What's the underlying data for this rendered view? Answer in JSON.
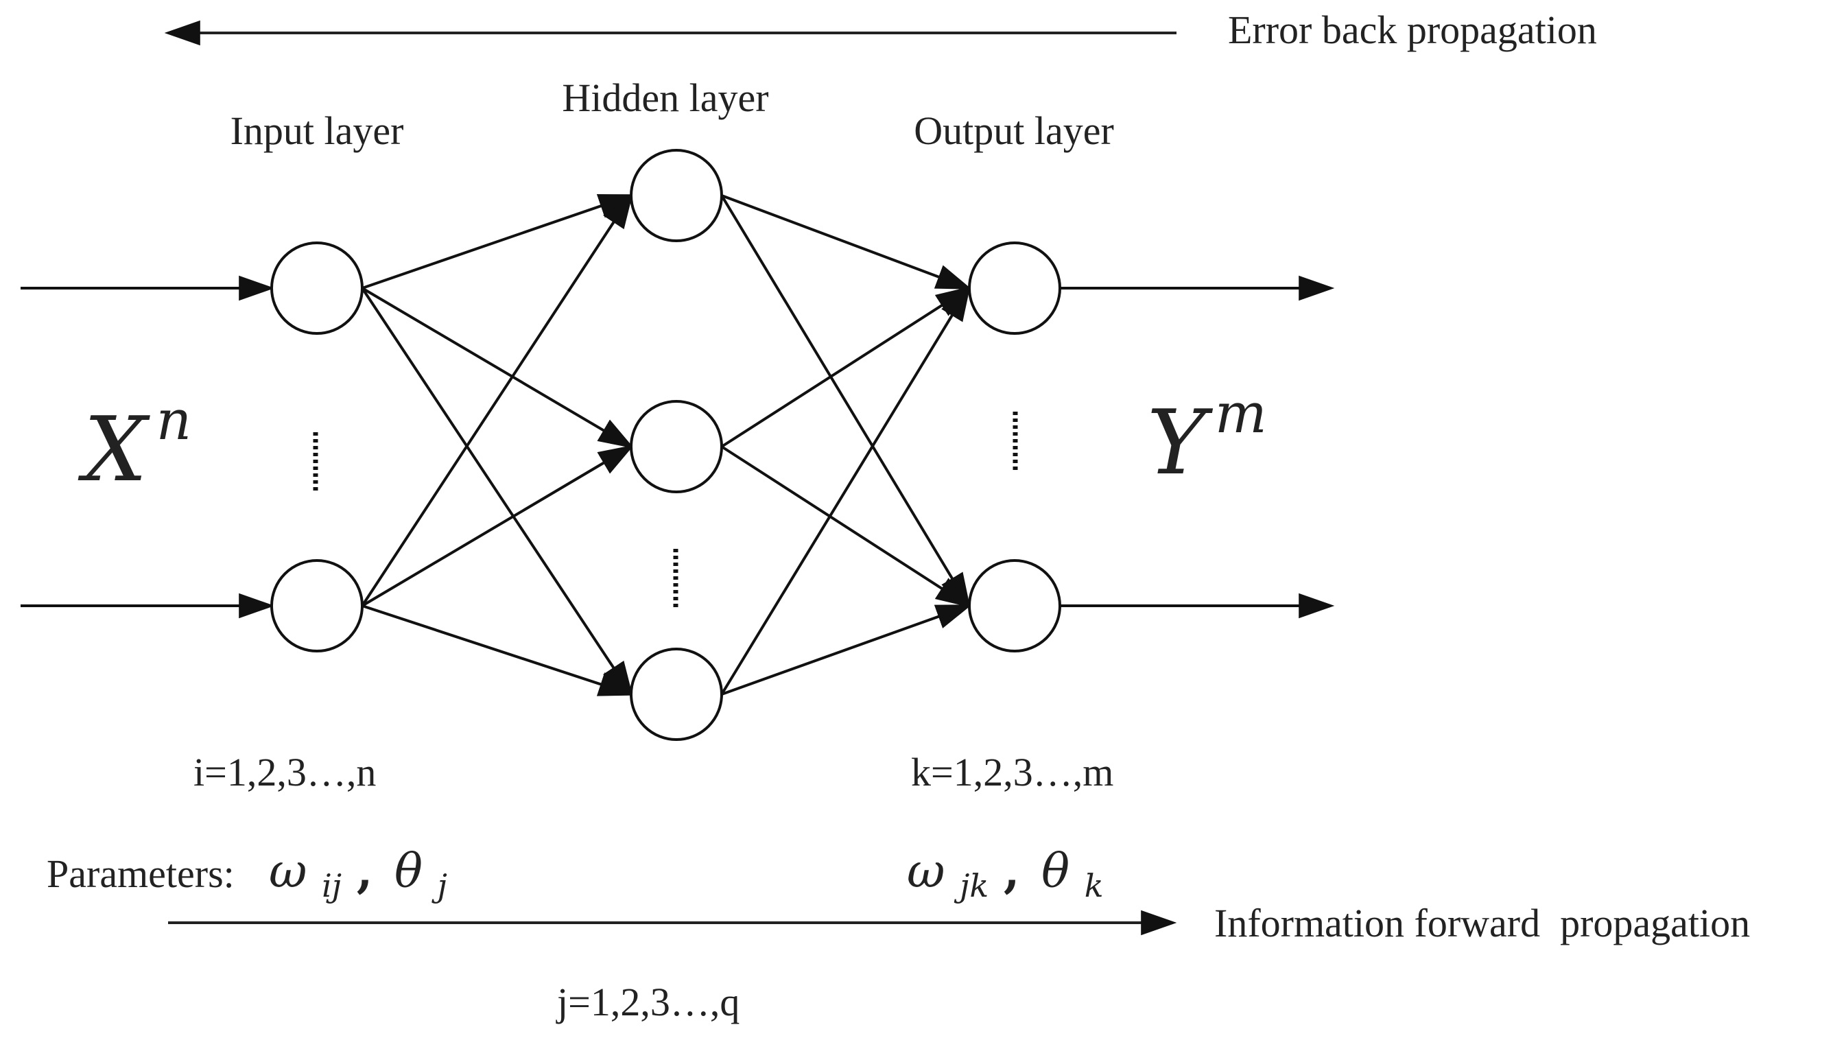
{
  "error_label": "Error back propagation",
  "forward_label": "Information forward  propagation",
  "layers": {
    "input": "Input layer",
    "hidden": "Hidden layer",
    "output": "Output layer"
  },
  "input_symbol": {
    "base": "X",
    "sup": "n"
  },
  "output_symbol": {
    "base": "Y",
    "sup": "m"
  },
  "indices": {
    "i": "i=1,2,3…,n",
    "k": "k=1,2,3…,m",
    "j": "j=1,2,3…,q"
  },
  "parameters": {
    "prefix": "Parameters:",
    "input_hidden": {
      "w": "ω",
      "w_sub": "ij",
      "sep": ",",
      "theta": "θ",
      "theta_sub": "j"
    },
    "hidden_output": {
      "w": "ω",
      "w_sub": "jk",
      "sep": ",",
      "theta": "θ",
      "theta_sub": "k"
    }
  },
  "colors": {
    "stroke": "#111111",
    "text": "#222222",
    "background": "#ffffff"
  }
}
